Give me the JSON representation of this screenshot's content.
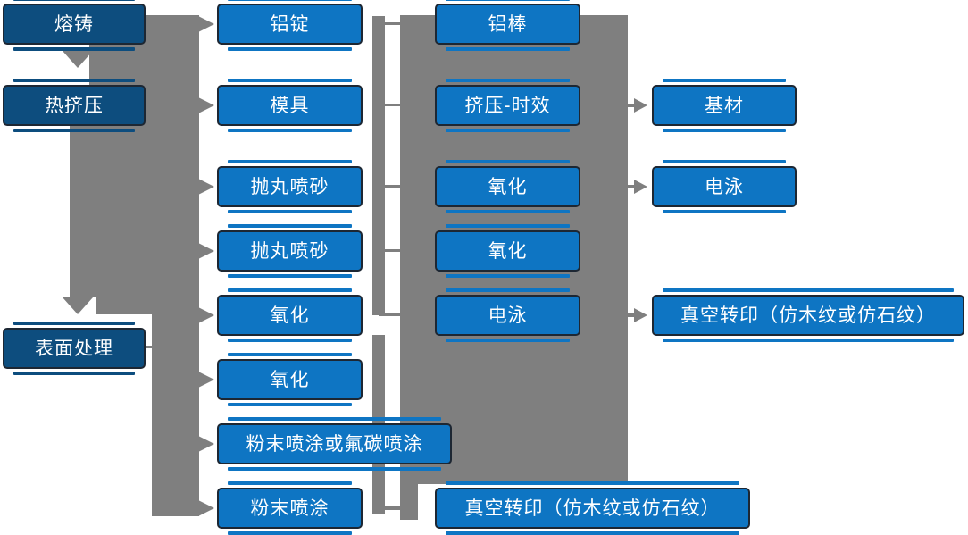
{
  "diagram": {
    "type": "flowchart",
    "description": "Aluminum profile production process flow diagram",
    "nodes": {
      "melt_casting": "熔铸",
      "hot_extrusion": "热挤压",
      "surface_treatment": "表面处理",
      "aluminum_ingot": "铝锭",
      "mold": "模具",
      "shot_blasting_1": "抛丸喷砂",
      "shot_blasting_2": "抛丸喷砂",
      "oxidation_1": "氧化",
      "oxidation_2": "氧化",
      "powder_or_fluorocarbon": "粉末喷涂或氟碳喷涂",
      "powder_coating": "粉末喷涂",
      "aluminum_rod": "铝棒",
      "extrusion_aging": "挤压-时效",
      "oxidation_3": "氧化",
      "oxidation_4": "氧化",
      "electrophoresis_1": "电泳",
      "vacuum_transfer_1": "真空转印（仿木纹或仿石纹）",
      "base_material": "基材",
      "electrophoresis_2": "电泳",
      "vacuum_transfer_2": "真空转印（仿木纹或仿石纹）"
    },
    "edges": [
      [
        "melt_casting",
        "hot_extrusion"
      ],
      [
        "hot_extrusion",
        "surface_treatment"
      ],
      [
        "hot_extrusion",
        "aluminum_ingot"
      ],
      [
        "hot_extrusion",
        "mold"
      ],
      [
        "hot_extrusion",
        "shot_blasting_1"
      ],
      [
        "hot_extrusion",
        "shot_blasting_2"
      ],
      [
        "surface_treatment",
        "oxidation_1"
      ],
      [
        "surface_treatment",
        "oxidation_2"
      ],
      [
        "surface_treatment",
        "powder_or_fluorocarbon"
      ],
      [
        "surface_treatment",
        "powder_coating"
      ],
      [
        "aluminum_ingot",
        "aluminum_rod"
      ],
      [
        "mold",
        "extrusion_aging"
      ],
      [
        "shot_blasting_1",
        "oxidation_3"
      ],
      [
        "shot_blasting_2",
        "oxidation_4"
      ],
      [
        "oxidation_1",
        "electrophoresis_1"
      ],
      [
        "extrusion_aging",
        "base_material"
      ],
      [
        "oxidation_3",
        "electrophoresis_2"
      ],
      [
        "electrophoresis_1",
        "vacuum_transfer_1"
      ],
      [
        "powder_coating",
        "vacuum_transfer_2"
      ]
    ],
    "colors": {
      "box_dark_blue": "#0d4d7e",
      "box_blue": "#0e75c3",
      "connector_gray": "#7f7f7f",
      "box_border": "#1d2733",
      "text": "#ffffff",
      "background": "#ffffff"
    }
  }
}
